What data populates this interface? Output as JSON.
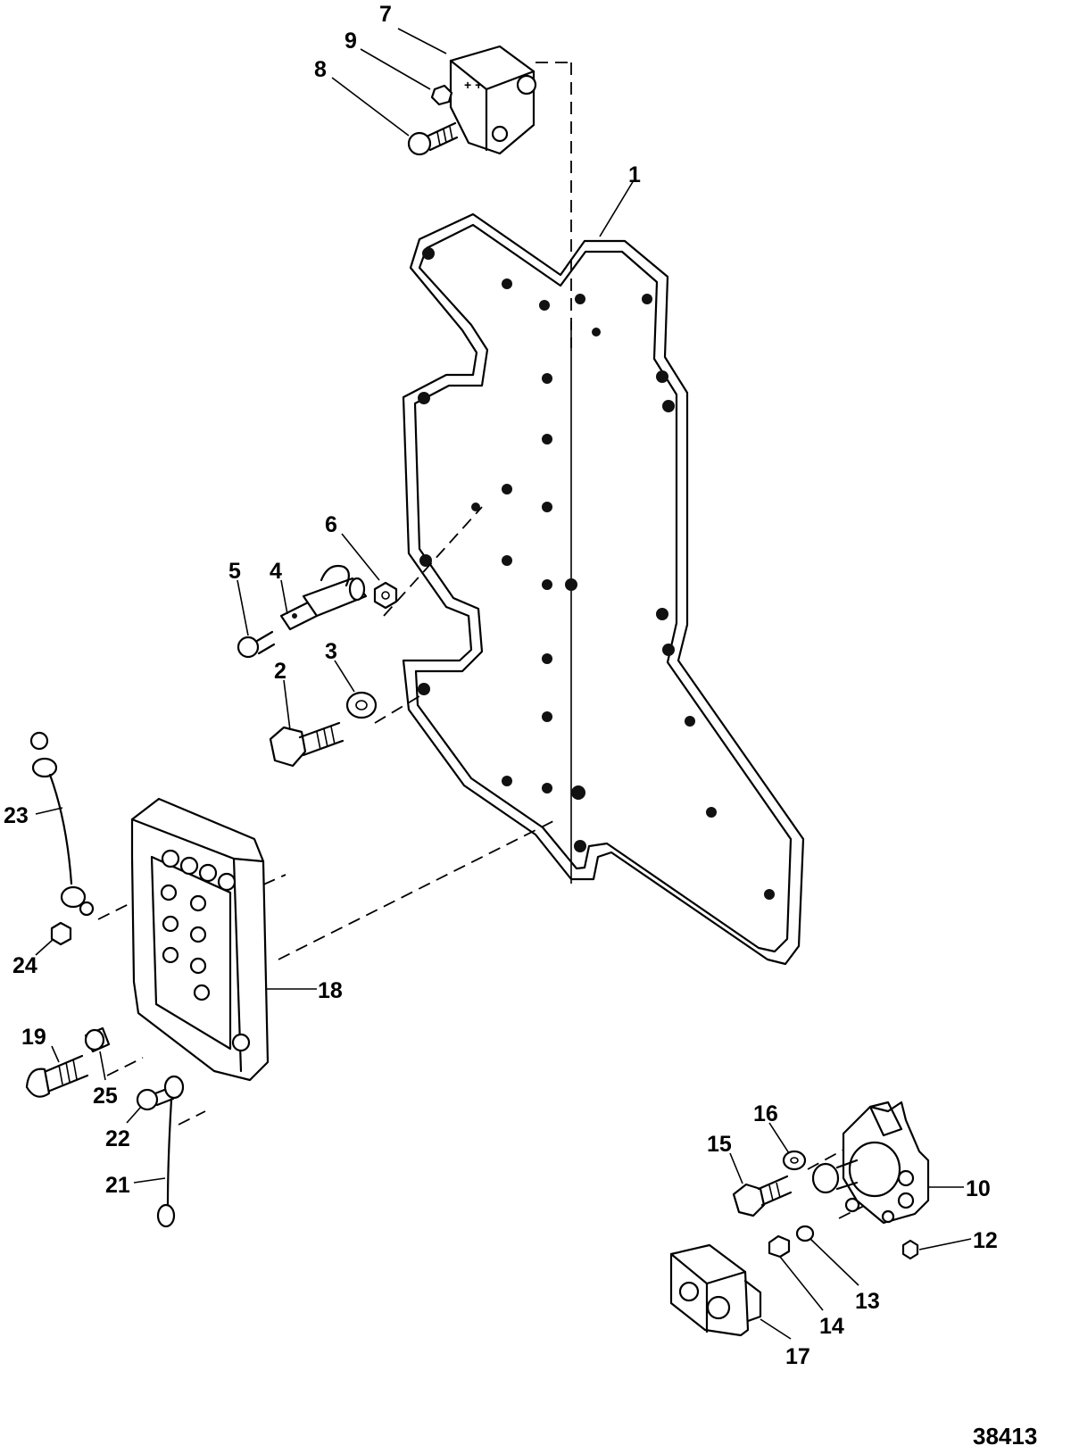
{
  "figure_number": "38413",
  "callouts": [
    "1",
    "2",
    "3",
    "4",
    "5",
    "6",
    "7",
    "8",
    "9",
    "10",
    "12",
    "13",
    "14",
    "15",
    "16",
    "17",
    "18",
    "19",
    "21",
    "22",
    "23",
    "24",
    "25"
  ]
}
